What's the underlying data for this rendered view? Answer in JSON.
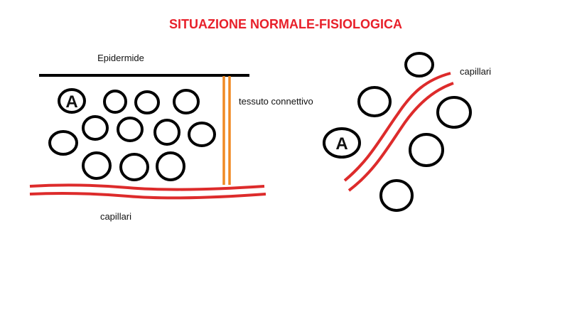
{
  "title": "SITUAZIONE NORMALE-FISIOLOGICA",
  "labels": {
    "epidermis": "Epidermide",
    "connective_tissue": "tessuto connettivo",
    "capillaries_left": "capillari",
    "capillaries_right": "capillari",
    "cell_marker_left": "A",
    "cell_marker_right": "A"
  },
  "colors": {
    "title": "#e8202a",
    "capillary": "#dd2b2b",
    "connective_tissue": "#f08a24",
    "epidermis": "#000000",
    "cell_outline": "#000000"
  }
}
